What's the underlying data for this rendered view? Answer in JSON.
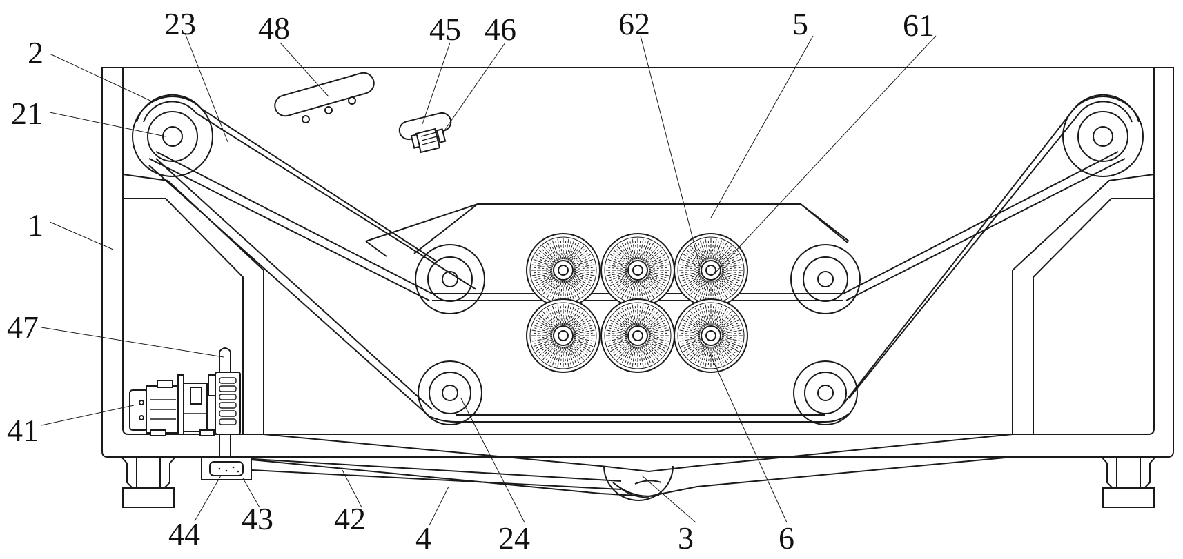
{
  "labels": {
    "l1": "1",
    "l2": "2",
    "l21": "21",
    "l23": "23",
    "l48": "48",
    "l45": "45",
    "l46": "46",
    "l62": "62",
    "l5": "5",
    "l61": "61",
    "l47": "47",
    "l41": "41",
    "l44": "44",
    "l43": "43",
    "l42": "42",
    "l4": "4",
    "l24": "24",
    "l3": "3",
    "l6": "6"
  }
}
